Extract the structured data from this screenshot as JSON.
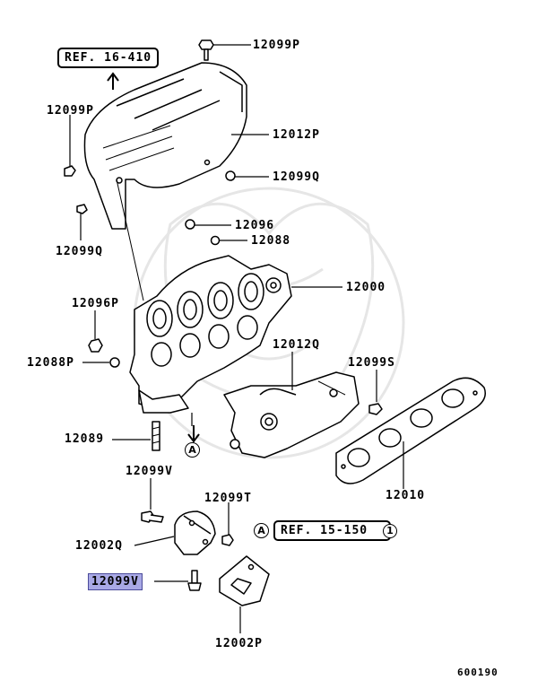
{
  "labels": {
    "p12099P_top": "12099P",
    "ref_16_410": "REF. 16-410",
    "p12099P_left": "12099P",
    "p12012P": "12012P",
    "p12099Q_right": "12099Q",
    "p12099Q_left": "12099Q",
    "p12096": "12096",
    "p12088": "12088",
    "p12000": "12000",
    "p12096P": "12096P",
    "p12088P": "12088P",
    "p12012Q": "12012Q",
    "p12099S": "12099S",
    "p12089": "12089",
    "marker_a_lower": "A",
    "p12099V_upper": "12099V",
    "p12099T": "12099T",
    "marker_a_ref": "A",
    "ref_15_150": "REF. 15-150",
    "ref_15_150_sub": "1",
    "p12010": "12010",
    "p12002Q": "12002Q",
    "p12099V_selected": "12099V",
    "p12002P": "12002P",
    "diagram_code": "600190"
  },
  "colors": {
    "highlight": "#a9a9e6",
    "line": "#000000",
    "fill": "#ffffff"
  }
}
